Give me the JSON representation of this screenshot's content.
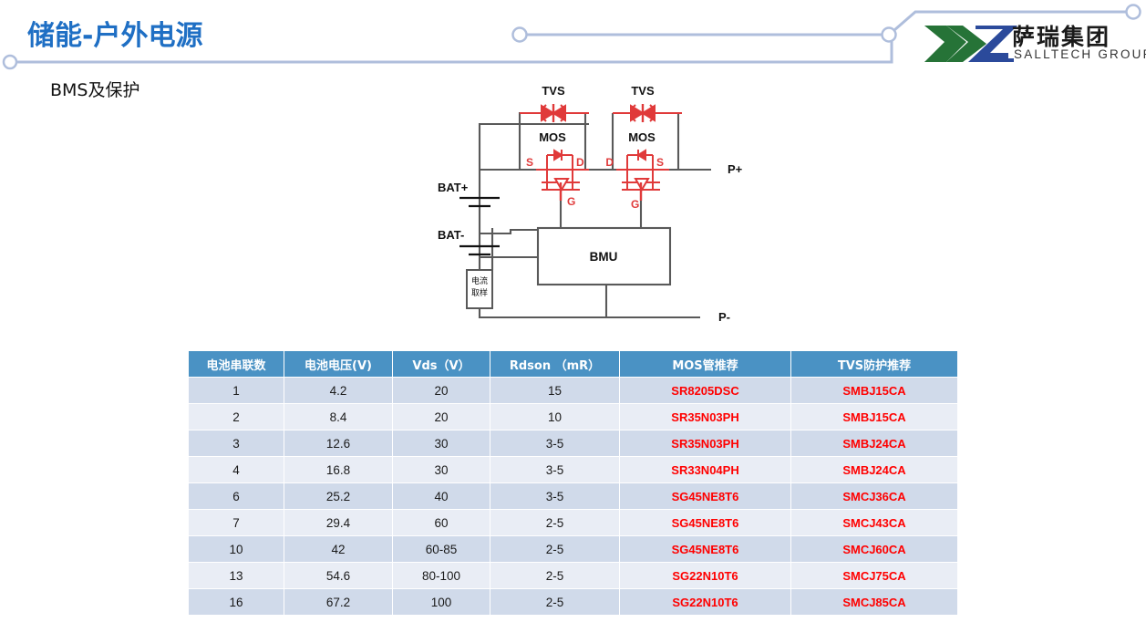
{
  "header": {
    "title": "储能-户外电源",
    "subtitle": "BMS及保护",
    "accent_color": "#1F6FC4",
    "deco_line_color": "#AFBEDC"
  },
  "logo": {
    "name_cn": "萨瑞集团",
    "name_en": "SALLTECH GROUP",
    "green": "#267337",
    "blue": "#2B4A9B"
  },
  "circuit": {
    "labels": {
      "tvs_left": "TVS",
      "tvs_right": "TVS",
      "mos_left": "MOS",
      "mos_right": "MOS",
      "left_source": "S",
      "left_drain": "D",
      "left_gate": "G",
      "right_drain": "D",
      "right_source": "S",
      "right_gate": "G",
      "bat_plus": "BAT+",
      "bat_minus": "BAT-",
      "p_plus": "P+",
      "p_minus": "P-",
      "bmu": "BMU",
      "shunt_line1": "电流",
      "shunt_line2": "取样"
    },
    "wire_color": "#595959",
    "device_color": "#E03A3A"
  },
  "table": {
    "header_bg": "#4A92C4",
    "row_bg_odd": "#D0DAEA",
    "row_bg_even": "#E9EDF5",
    "part_color": "#FF0000",
    "columns": [
      "电池串联数",
      "电池电压(V)",
      "Vds（V）",
      "Rdson （mR）",
      "MOS管推荐",
      "TVS防护推荐"
    ],
    "rows": [
      [
        "1",
        "4.2",
        "20",
        "15",
        "SR8205DSC",
        "SMBJ15CA"
      ],
      [
        "2",
        "8.4",
        "20",
        "10",
        "SR35N03PH",
        "SMBJ15CA"
      ],
      [
        "3",
        "12.6",
        "30",
        "3-5",
        "SR35N03PH",
        "SMBJ24CA"
      ],
      [
        "4",
        "16.8",
        "30",
        "3-5",
        "SR33N04PH",
        "SMBJ24CA"
      ],
      [
        "6",
        "25.2",
        "40",
        "3-5",
        "SG45NE8T6",
        "SMCJ36CA"
      ],
      [
        "7",
        "29.4",
        "60",
        "2-5",
        "SG45NE8T6",
        "SMCJ43CA"
      ],
      [
        "10",
        "42",
        "60-85",
        "2-5",
        "SG45NE8T6",
        "SMCJ60CA"
      ],
      [
        "13",
        "54.6",
        "80-100",
        "2-5",
        "SG22N10T6",
        "SMCJ75CA"
      ],
      [
        "16",
        "67.2",
        "100",
        "2-5",
        "SG22N10T6",
        "SMCJ85CA"
      ]
    ]
  }
}
